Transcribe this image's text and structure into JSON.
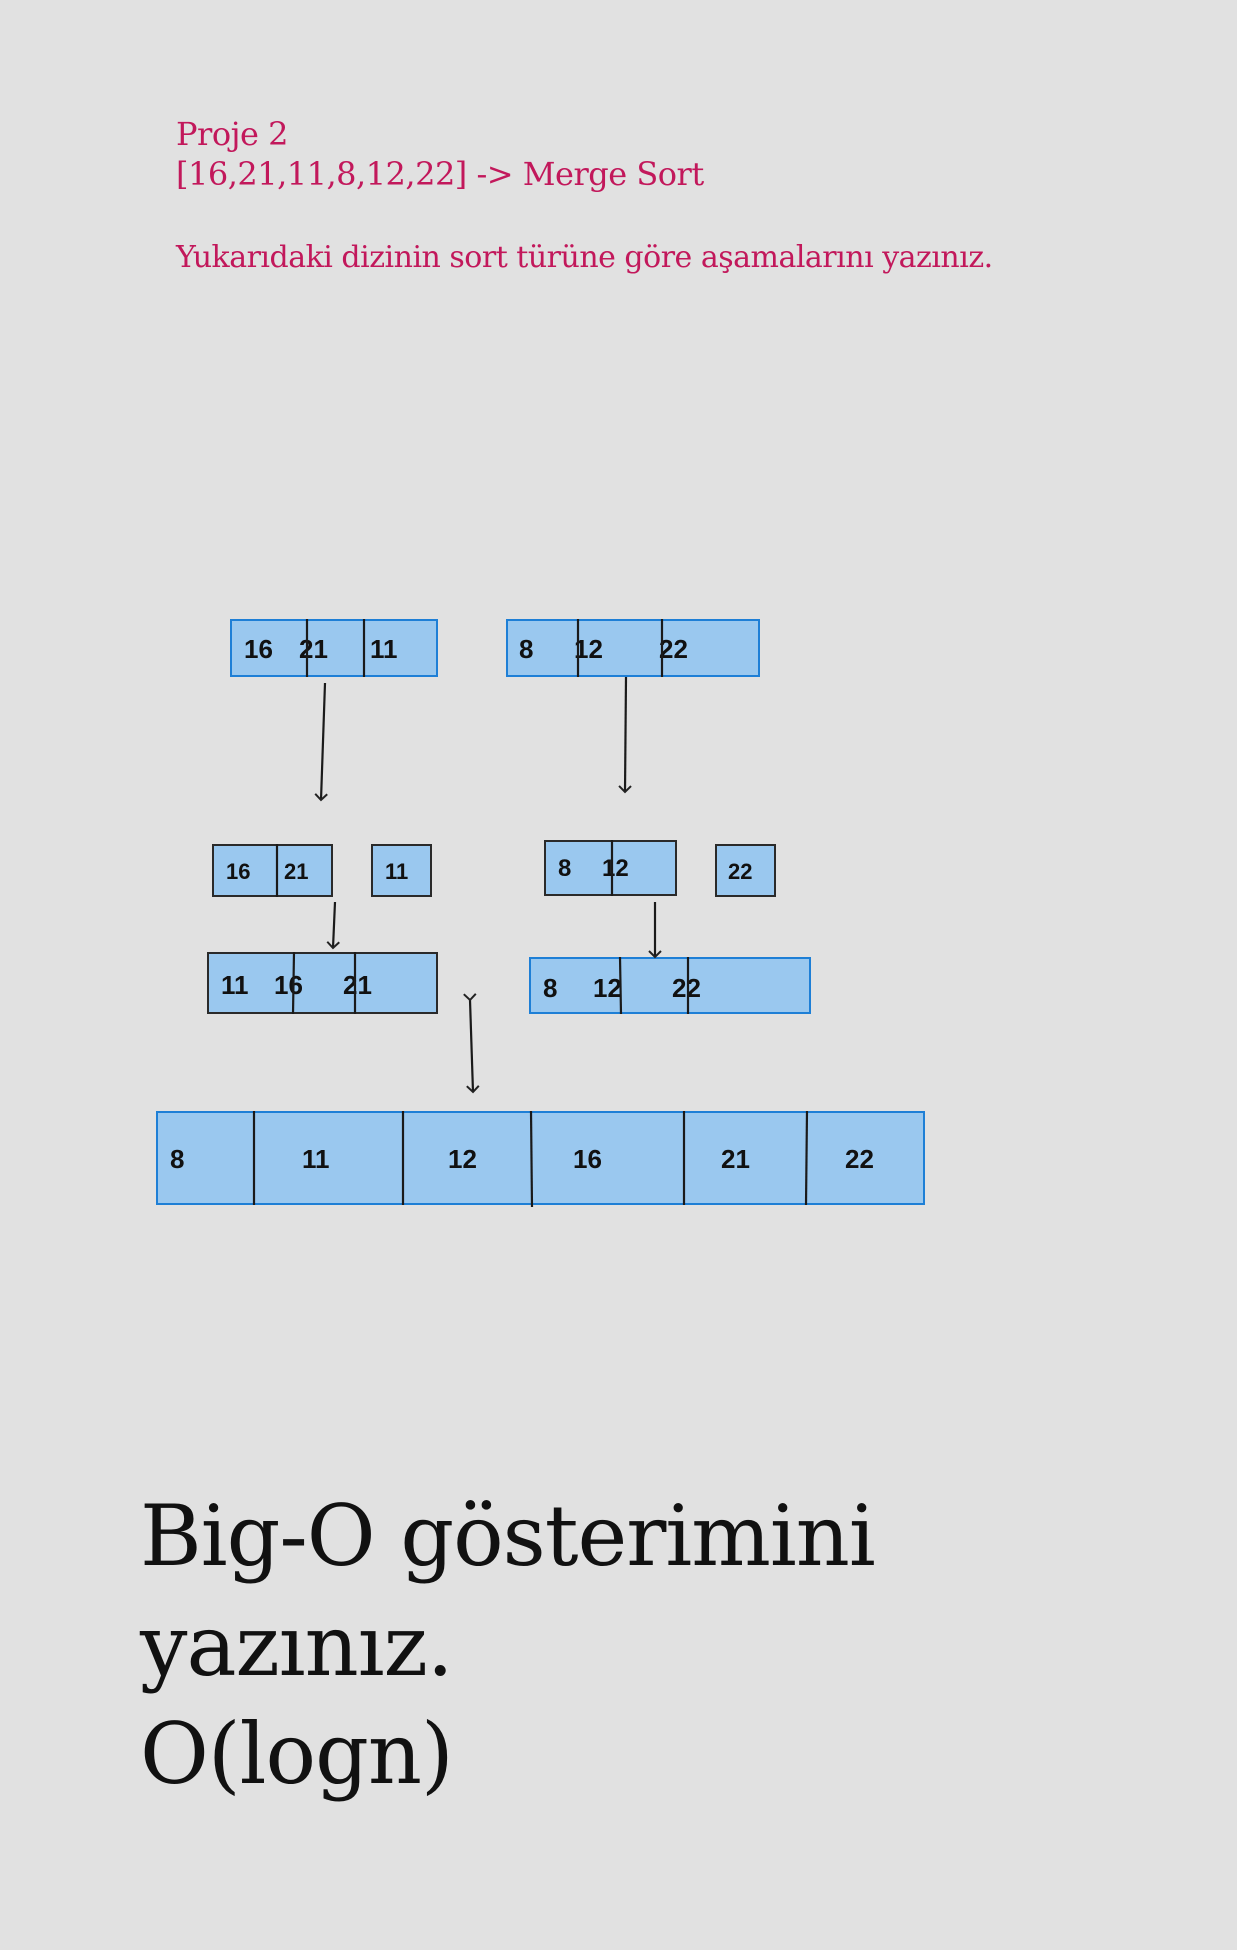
{
  "project": {
    "title": "Proje 2",
    "array_line": "[16,21,11,8,12,22] -> Merge Sort",
    "instruction": "Yukarıdaki dizinin sort türüne göre aşamalarını yazınız."
  },
  "diagram": {
    "split_left": [
      "16",
      "21",
      "11"
    ],
    "split_right": [
      "8",
      "12",
      "22"
    ],
    "sub_left_pair": [
      "16",
      "21"
    ],
    "sub_left_single": "11",
    "sub_right_pair": [
      "8",
      "12"
    ],
    "sub_right_single": "22",
    "merged_left": [
      "11",
      "16",
      "21"
    ],
    "merged_right": [
      "8",
      "12",
      "22"
    ],
    "final": [
      "8",
      "11",
      "12",
      "16",
      "21",
      "22"
    ]
  },
  "bigo": {
    "line1": "Big-O gösterimini",
    "line2": "yazınız.",
    "answer": "O(logn)"
  }
}
